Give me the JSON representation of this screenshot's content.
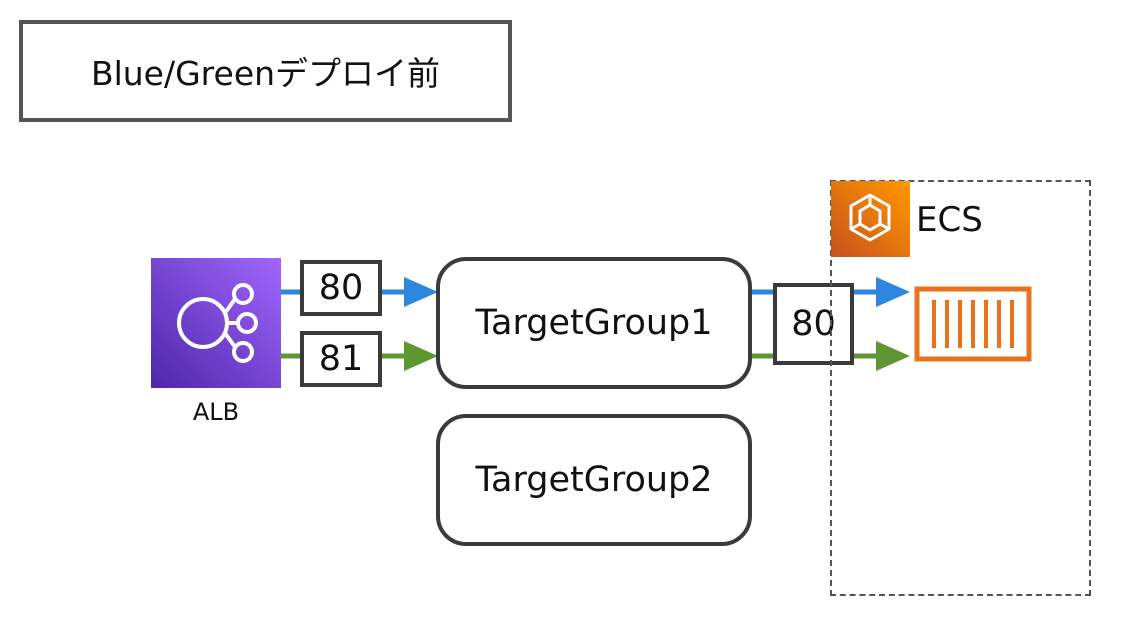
{
  "title": "Blue/Greenデプロイ前",
  "alb": {
    "label": "ALB",
    "icon": "load-balancer-icon"
  },
  "ports": {
    "alb_blue": "80",
    "alb_green": "81",
    "ecs": "80"
  },
  "target_groups": [
    "TargetGroup1",
    "TargetGroup2"
  ],
  "ecs": {
    "label": "ECS",
    "icon": "ecs-icon",
    "task_icon": "container-icon"
  },
  "colors": {
    "blue_route": "#2e86de",
    "green_route": "#5e9632",
    "ecs_orange": "#e8731c",
    "alb_purple": "#7b4fe0",
    "border": "#3a3a3a"
  }
}
